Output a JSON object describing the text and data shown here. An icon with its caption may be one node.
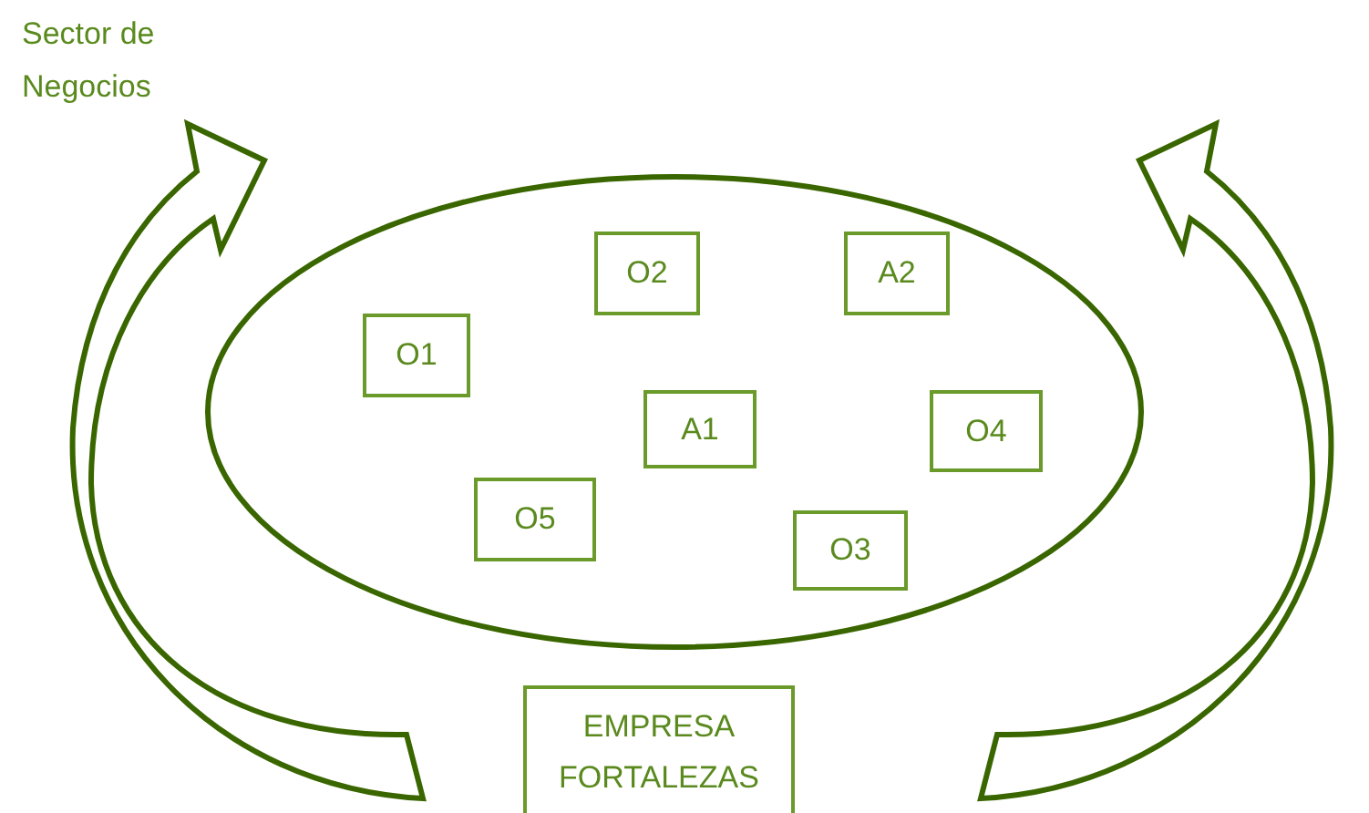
{
  "diagram": {
    "nodes": [
      {
        "text": [],
        "shape": "ellipse"
      },
      {
        "text": [
          "O1"
        ],
        "in": 0
      },
      {
        "text": [
          "O2"
        ],
        "in": 0
      },
      {
        "text": [
          "A2"
        ],
        "in": 0
      },
      {
        "text": [
          "A1"
        ],
        "in": 0
      },
      {
        "text": [
          "O4"
        ],
        "in": 0
      },
      {
        "text": [
          "O5"
        ],
        "in": 0
      },
      {
        "text": [
          "O3"
        ],
        "in": 0
      },
      {
        "text": [
          "EMPRESA FORTALEZAS"
        ]
      }
    ],
    "labels": [
      "Sector de Negocios"
    ]
  }
}
